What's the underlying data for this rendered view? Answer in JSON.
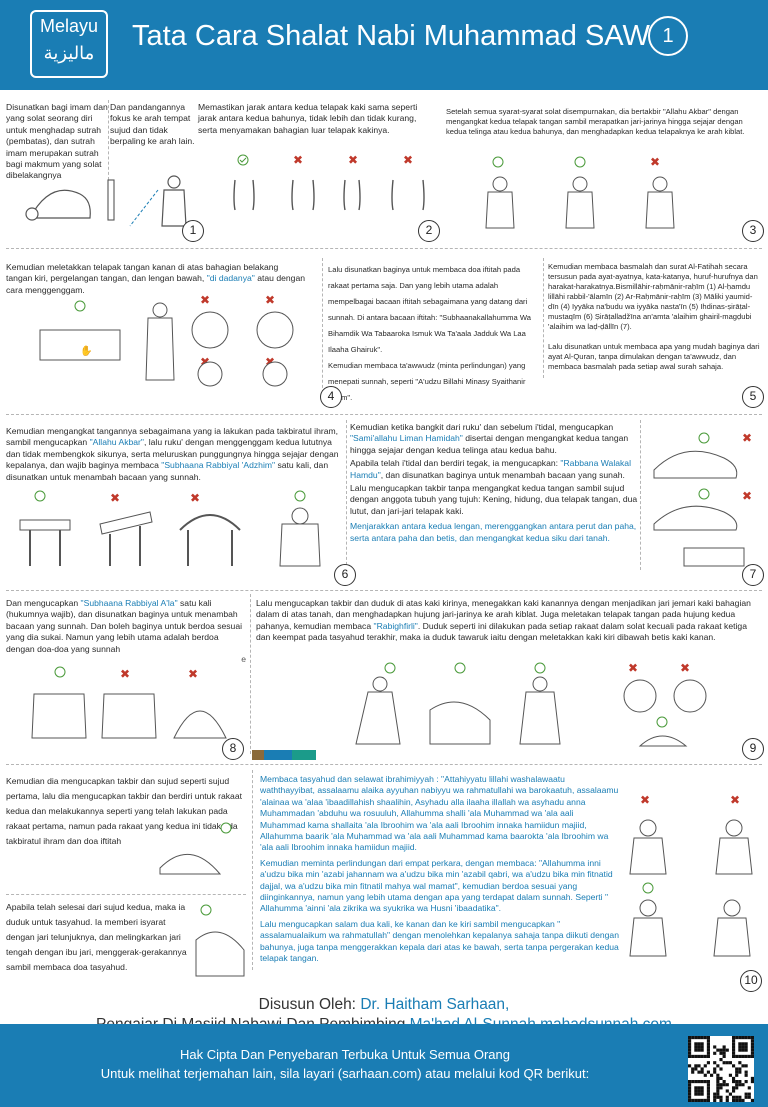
{
  "header": {
    "logo_top": "Melayu",
    "logo_bottom": "ماليزية",
    "title": "Tata Cara Shalat Nabi Muhammad SAW",
    "badge": "1",
    "color": "#1a7db4"
  },
  "icons": {
    "ok": "check-circle-icon",
    "bad": "x-mark-icon"
  },
  "steps": {
    "s1": {
      "num": "1",
      "text_a": "Disunatkan bagi imam dan yang solat seorang diri untuk menghadap sutrah (pembatas), dan sutrah imam merupakan sutrah bagi makmum yang solat dibelakangnya",
      "text_b": "Dan pandangannya fokus ke arah tempat sujud dan tidak berpaling ke arah lain."
    },
    "s2": {
      "num": "2",
      "text": "Memastikan jarak antara kedua telapak kaki sama seperti jarak antara kedua bahunya, tidak lebih dan tidak kurang, serta menyamakan bahagian luar telapak kakinya."
    },
    "s3": {
      "num": "3",
      "text": "Setelah semua syarat-syarat solat disempurnakan, dia bertakbir \"Allahu Akbar\" dengan mengangkat kedua telapak tangan sambil merapatkan jari-jarinya hingga sejajar dengan kedua telinga atau kedua bahunya, dan menghadapkan kedua telapaknya ke arah kiblat."
    },
    "s4": {
      "num": "4",
      "text_pre": "Kemudian meletakkan telapak tangan kanan di atas bahagian belakang tangan kiri, pergelangan tangan, dan lengan bawah, ",
      "text_hl": "\"di dadanya\"",
      "text_post": " atau dengan cara menggenggam."
    },
    "s5": {
      "num": "5",
      "text_a1": "Lalu disunatkan baginya untuk membaca doa iftitah pada rakaat pertama saja. Dan yang lebih utama adalah mempelbagai bacaan iftitah sebagaimana yang datang dari sunnah. Di antara bacaan iftitah: \"Subhaanakallahumma Wa Bihamdik Wa Tabaaroka Ismuk Wa Ta'aala Jadduk Wa Laa Ilaaha Ghairuk\".",
      "text_a2": "Kemudian membaca ta'awwudz (minta perlindungan) yang menepati sunnah, seperti \"A'udzu Billahi Minasy Syaithanir Rajim\".",
      "text_b1": "Kemudian membaca basmalah dan surat Al-Fatihah secara tersusun pada ayat-ayatnya, kata-katanya, huruf-hurufnya dan harakat-harakatnya.Bismillāhir-raḥmānir-raḥīm (1) Al-ḥamdu lillāhi rabbil-'ālamīn (2) Ar-Raḥmānir-raḥīm (3) Māliki yaumid-dīn (4) Iyyāka na'budu wa iyyāka nasta'īn (5) Ihdinas-ṣirāṭal-mustaqīm (6) Ṣirāṭalladžīna an'amta 'alaihim ghairil-magḍubi 'alaihim wa laḍ-ḍāllīn (7).",
      "text_b2": "Lalu disunatkan untuk membaca apa yang mudah baginya dari ayat Al-Quran, tanpa dimulakan dengan ta'awwudz, dan membaca basmalah pada setiap awal surah sahaja."
    },
    "s6": {
      "num": "6",
      "text_pre": "Kemudian mengangkat tangannya sebagaimana yang ia lakukan pada takbiratul ihram, sambil mengucapkan ",
      "text_hl1": "\"Allahu Akbar\"",
      "text_mid": ", lalu ruku' dengan menggenggam kedua lututnya dan tidak membengkok sikunya, serta meluruskan punggungnya hingga sejajar dengan kepalanya, dan wajib baginya membaca ",
      "text_hl2": "\"Subhaana Rabbiyal 'Adzhim\"",
      "text_post": " satu kali, dan disunatkan untuk menambah bacaan yang sunnah."
    },
    "s7": {
      "num": "7",
      "p1_pre": "Kemudian ketika bangkit dari ruku' dan sebelum i'tidal, mengucapkan ",
      "p1_hl": "\"Sami'allahu Liman Hamidah\"",
      "p1_post": " disertai dengan mengangkat kedua tangan hingga sejajar dengan kedua telinga atau kedua bahu.",
      "p2_pre": "Apabila telah i'tidal dan berdiri tegak, ia mengucapkan: ",
      "p2_hl": "\"Rabbana Walakal Hamdu\"",
      "p2_post": ", dan disunatkan baginya untuk menambah bacaan yang sunah.",
      "p3": "Lalu mengucapkan takbir tanpa mengangkat kedua tangan sambil sujud dengan anggota tubuh yang tujuh: Kening, hidung, dua telapak tangan, dua lutut, dan jari-jari telapak kaki.",
      "p4": "Menjarakkan antara kedua lengan, merenggangkan antara perut dan paha, serta antara paha dan betis, dan mengangkat kedua siku dari tanah."
    },
    "s8": {
      "num": "8",
      "text_pre": "Dan mengucapkan ",
      "text_hl": "\"Subhaana Rabbiyal A'la\"",
      "text_post": " satu kali (hukumnya wajib), dan disunatkan baginya untuk menambah bacaan yang sunnah. Dan boleh baginya untuk berdoa sesuai yang dia sukai. Namun yang lebih utama adalah berdoa dengan doa-doa yang sunnah",
      "label_e": "e"
    },
    "s9": {
      "num": "9",
      "text_pre": "Lalu mengucapkan takbir dan duduk di atas kaki kirinya, menegakkan kaki kanannya dengan menjadikan jari jemari kaki bahagian dalam di atas tanah, dan menghadapkan hujung jari-jarinya ke arah kiblat. Juga meletakan telapak tangan pada hujung kedua pahanya, kemudian membaca ",
      "text_hl": "\"Rabighfirli\"",
      "text_post": ". Duduk seperti ini dilakukan pada setiap rakaat dalam solat kecuali pada rakaat ketiga dan keempat pada tasyahud terakhir, maka ia duduk tawaruk iaitu dengan meletakkan kaki kiri dibawah betis kaki kanan."
    },
    "s10": {
      "num": "10",
      "left_a": "Kemudian dia mengucapkan takbir dan sujud seperti sujud pertama, lalu dia mengucapkan takbir dan berdiri untuk rakaat kedua dan melakukannya seperti yang telah lakukan pada rakaat pertama, namun pada rakaat yang kedua ini tidak ada takbiratul ihram dan doa iftitah",
      "left_b": "Apabila telah selesai dari sujud kedua, maka ia duduk untuk tasyahud. Ia memberi isyarat dengan jari telunjuknya, dan melingkarkan jari tengah dengan ibu jari, menggerak-gerakannya sambil membaca doa tasyahud.",
      "right_a": "Membaca tasyahud dan selawat ibrahimiyyah : \"Attahiyyatu lillahi washalawaatu waththayyibat, assalaamu alaika ayyuhan nabiyyu wa rahmatullahi wa barokaatuh, assalaamu 'alainaa wa 'alaa 'ibaadillahish shaalihin, Asyhadu alla ilaaha illallah wa asyhadu anna Muhammadan 'abduhu wa rosuuluh, Allahumma shalli 'ala Muhammad wa 'ala aali Muhammad kama shallaita 'ala Ibroohim wa 'ala aali Ibroohim innaka hamiidun majiid, Allahumma baarik 'ala Muhammad wa 'ala aali Muhammad kama baarokta 'ala Ibroohim wa 'ala aali Ibroohim innaka hamiidun majiid.",
      "right_b": "Kemudian meminta perlindungan dari empat perkara, dengan membaca: \"Allahumma inni a'udzu bika min 'azabi jahannam wa a'udzu bika min 'azabil qabri, wa a'udzu bika min fitnatid dajjal, wa a'udzu bika min fitnatil mahya wal mamat\", kemudian berdoa sesuai yang diinginkannya, namun yang lebih utama dengan apa yang terdapat dalam sunnah. Seperti \" Allahumma 'ainni 'ala zikrika wa syukrika wa Husni 'ibaadatika\".",
      "right_c": "Lalu mengucapkan salam dua kali, ke kanan dan ke kiri sambil mengucapkan \" assalamualaikum wa rahmatullah\" dengan menolehkan kepalanya sahaja tanpa diikuti dengan bahunya, juga tanpa menggerakkan kepala dari atas ke bawah, serta tanpa pergerakan kedua telapak tangan."
    }
  },
  "credit": {
    "line1_pre": "Disusun Oleh: ",
    "line1_hl": "Dr. Haitham Sarhaan,",
    "line2_pre": "Pengajar Di Masjid Nabawi Dan Pembimbing ",
    "line2_hl": "Ma'had Al-Sunnah mahadsunnah.com"
  },
  "footer": {
    "line1": "Hak Cipta Dan Penyebaran Terbuka Untuk Semua Orang",
    "line2": "Untuk melihat terjemahan lain, sila layari (sarhaan.com) atau melalui kod QR berikut:"
  }
}
